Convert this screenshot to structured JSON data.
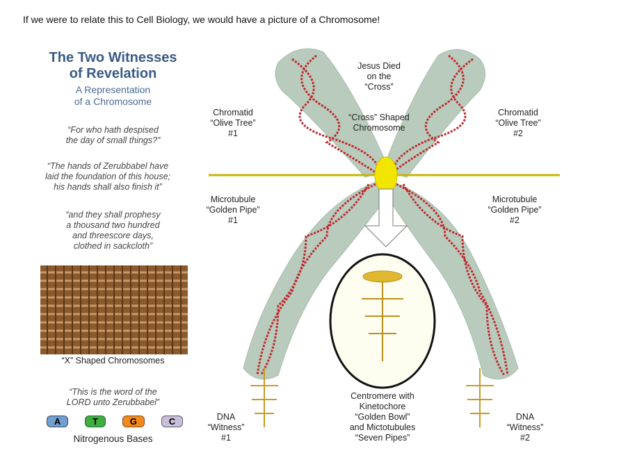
{
  "caption": "If we were to relate this to Cell Biology, we would have a picture of a Chromosome!",
  "left_panel": {
    "title": [
      "The Two Witnesses",
      "of Revelation"
    ],
    "subtitle": [
      "A Representation",
      "of a Chromosome"
    ],
    "quote1": [
      "“For who hath despised",
      "the day of small things?”"
    ],
    "quote2": [
      "“The hands of Zerubbabel have",
      "laid the foundation of this house;",
      "his hands shall also finish it”"
    ],
    "quote3": [
      "“and they shall prophesy",
      "a thousand two hundred",
      "and threescore days,",
      "clothed in sackcloth”"
    ],
    "image_caption": "“X” Shaped Chromosomes",
    "quote4": [
      "“This is the word of the",
      "LORD unto Zerubbabel”"
    ],
    "bases": [
      {
        "letter": "A",
        "color": "#6fa0cf"
      },
      {
        "letter": "T",
        "color": "#3fae3f"
      },
      {
        "letter": "G",
        "color": "#f08a1a"
      },
      {
        "letter": "C",
        "color": "#c8c0d8"
      }
    ],
    "bases_label": "Nitrogenous Bases"
  },
  "labels": {
    "jesus": [
      "Jesus Died",
      "on the",
      "“Cross”"
    ],
    "cross_shaped": [
      "“Cross” Shaped",
      "Chromosome"
    ],
    "chromatid1": [
      "Chromatid",
      "“Olive Tree”",
      "#1"
    ],
    "chromatid2": [
      "Chromatid",
      "“Olive Tree”",
      "#2"
    ],
    "micro1": [
      "Microtubule",
      "“Golden Pipe”",
      "#1"
    ],
    "micro2": [
      "Microtubule",
      "“Golden Pipe”",
      "#2"
    ],
    "dna1": [
      "DNA",
      "“Witness”",
      "#1"
    ],
    "dna2": [
      "DNA",
      "“Witness”",
      "#2"
    ],
    "centromere": [
      "Centromere with",
      "Kinetochore",
      "“Golden Bowl”",
      "and Mictotubules",
      "“Seven Pipes”"
    ]
  },
  "colors": {
    "chromatid": "#b9cbbd",
    "dna": "#c0282c",
    "gold": "#f2e600",
    "title": "#3a5a85"
  }
}
